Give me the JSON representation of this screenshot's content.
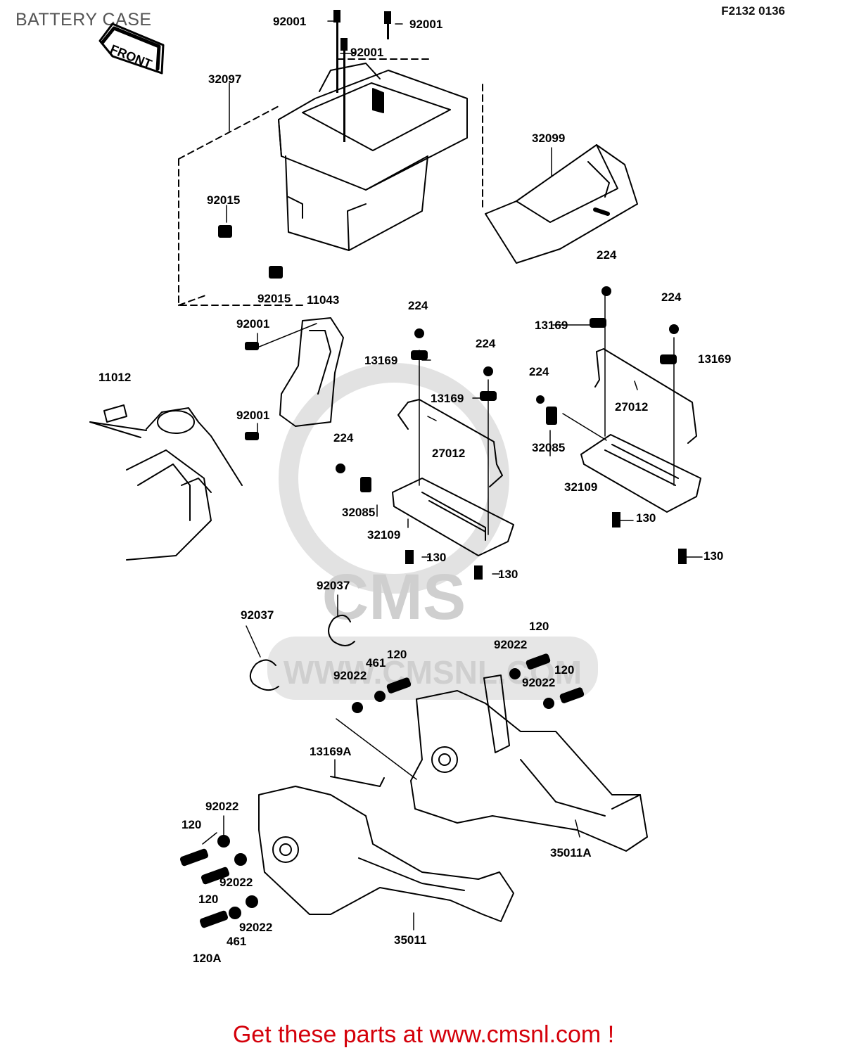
{
  "title": "BATTERY CASE",
  "figure_code": "F2132 0136",
  "front_label": "FRONT",
  "watermark": {
    "brand": "CMS",
    "url": "WWW.CMSNL.COM"
  },
  "footer": "Get these parts at www.cmsnl.com !",
  "colors": {
    "line": "#000000",
    "watermark": "#cfcfcf",
    "footer": "#d4000a"
  },
  "parts": {
    "p92001_a": "92001",
    "p92001_b": "92001",
    "p92001_c": "92001",
    "p92001_d": "92001",
    "p92001_e": "92001",
    "p32097": "32097",
    "p92015_a": "92015",
    "p92015_b": "92015",
    "p11043": "11043",
    "p32099": "32099",
    "p11012": "11012",
    "p224_a": "224",
    "p224_b": "224",
    "p224_c": "224",
    "p224_d": "224",
    "p224_e": "224",
    "p224_f": "224",
    "p13169_a": "13169",
    "p13169_b": "13169",
    "p13169_c": "13169",
    "p13169_d": "13169",
    "p27012_a": "27012",
    "p27012_b": "27012",
    "p32085_a": "32085",
    "p32085_b": "32085",
    "p32109_a": "32109",
    "p32109_b": "32109",
    "p130_a": "130",
    "p130_b": "130",
    "p130_c": "130",
    "p130_d": "130",
    "p92037_a": "92037",
    "p92037_b": "92037",
    "p120_a": "120",
    "p120_b": "120",
    "p120_c": "120",
    "p120_d": "120",
    "p120_e": "120",
    "p461_a": "461",
    "p461_b": "461",
    "p92022_a": "92022",
    "p92022_b": "92022",
    "p92022_c": "92022",
    "p92022_d": "92022",
    "p92022_e": "92022",
    "p92022_f": "92022",
    "p13169A": "13169A",
    "p35011A": "35011A",
    "p35011": "35011",
    "p120A": "120A"
  }
}
